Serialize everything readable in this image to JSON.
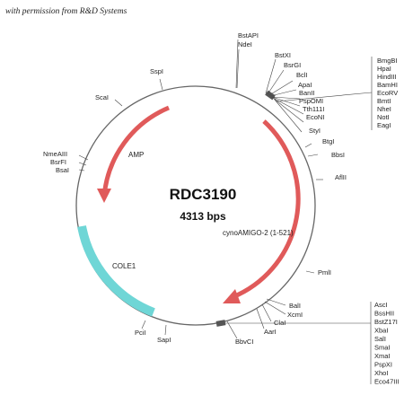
{
  "permission": "with permission from R&D Systems",
  "plasmid": {
    "name": "RDC3190",
    "size": "4313 bps"
  },
  "features": {
    "amp": "AMP",
    "insert": "cynoAMIGO-2 (1-521)",
    "ori": "COLE1"
  },
  "colors": {
    "amp": "#e05a5a",
    "insert": "#e05a5a",
    "ori": "#6fd6d6",
    "backbone": "#666666"
  },
  "sites": {
    "bstapi": "BstAPI",
    "ndei": "NdeI",
    "sspi": "SspI",
    "bstxi": "BstXI",
    "bsrgi": "BsrGI",
    "bcli": "BclI",
    "apai": "ApaI",
    "bani": "BanII",
    "pspomi": "PspOMI",
    "tth111i": "Tth111I",
    "econi": "EcoNI",
    "styi": "StyI",
    "scai": "ScaI",
    "btgi": "BtgI",
    "bbsi": "BbsI",
    "aflii": "AflII",
    "nmeaiii": "NmeAIII",
    "bsrfi": "BsrFI",
    "bsai": "BsaI",
    "pmli": "PmlI",
    "bali": "BalI",
    "xcmi": "XcmI",
    "clai": "ClaI",
    "aari": "AarI",
    "bbvci": "BbvCI",
    "pcii": "PciI",
    "sapi": "SapI"
  },
  "mcs_top": [
    "BmgBI",
    "HpaI",
    "HindIII",
    "BamHI",
    "EcoRV",
    "BmtI",
    "NheI",
    "NotI",
    "EagI"
  ],
  "mcs_bottom": [
    "AscI",
    "BssHII",
    "BstZ17I",
    "XbaI",
    "SalI",
    "SmaI",
    "XmaI",
    "PspXI",
    "XhoI",
    "Eco47III"
  ]
}
